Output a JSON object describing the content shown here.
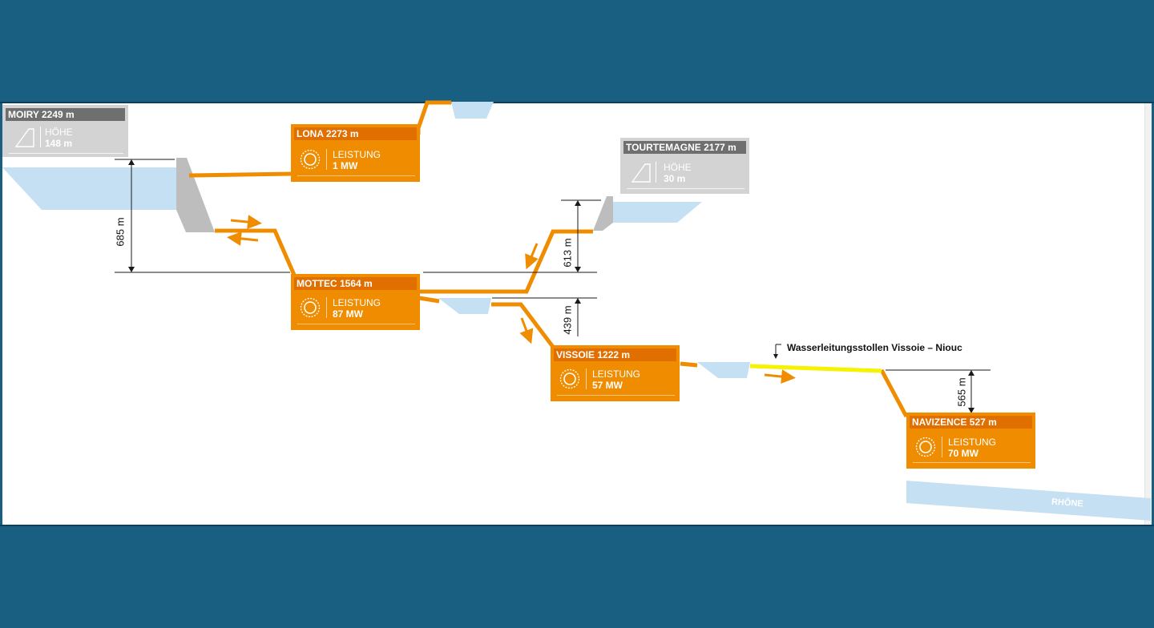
{
  "colors": {
    "band": "#185f82",
    "pipe": "#ef8c00",
    "box_orange": "#ef8c00",
    "box_orange_head": "#e06f00",
    "box_gray": "#d3d3d3",
    "box_gray_head": "#6f6f6f",
    "water": "#c5e0f3",
    "dam": "#bdbdbd",
    "tunnel": "#f6f300"
  },
  "reservoirs": [
    {
      "name": "MOIRY 2249 m",
      "key": "HÖHE",
      "value": "148 m",
      "icon": "dam-height-icon"
    },
    {
      "name": "TOURTEMAGNE 2177 m",
      "key": "HÖHE",
      "value": "30 m",
      "icon": "dam-height-icon"
    }
  ],
  "plants": [
    {
      "name": "LONA 2273 m",
      "key": "LEISTUNG",
      "value": "1 MW",
      "icon": "turbine-icon"
    },
    {
      "name": "MOTTEC 1564 m",
      "key": "LEISTUNG",
      "value": "87 MW",
      "icon": "turbine-icon"
    },
    {
      "name": "VISSOIE 1222 m",
      "key": "LEISTUNG",
      "value": "57 MW",
      "icon": "turbine-icon"
    },
    {
      "name": "NAVIZENCE 527 m",
      "key": "LEISTUNG",
      "value": "70 MW",
      "icon": "turbine-icon"
    }
  ],
  "heads": [
    "685 m",
    "613 m",
    "439 m",
    "565 m"
  ],
  "tunnel_label": "Wasserleitungsstollen Vissoie – Niouc",
  "river": "RHÔNE"
}
